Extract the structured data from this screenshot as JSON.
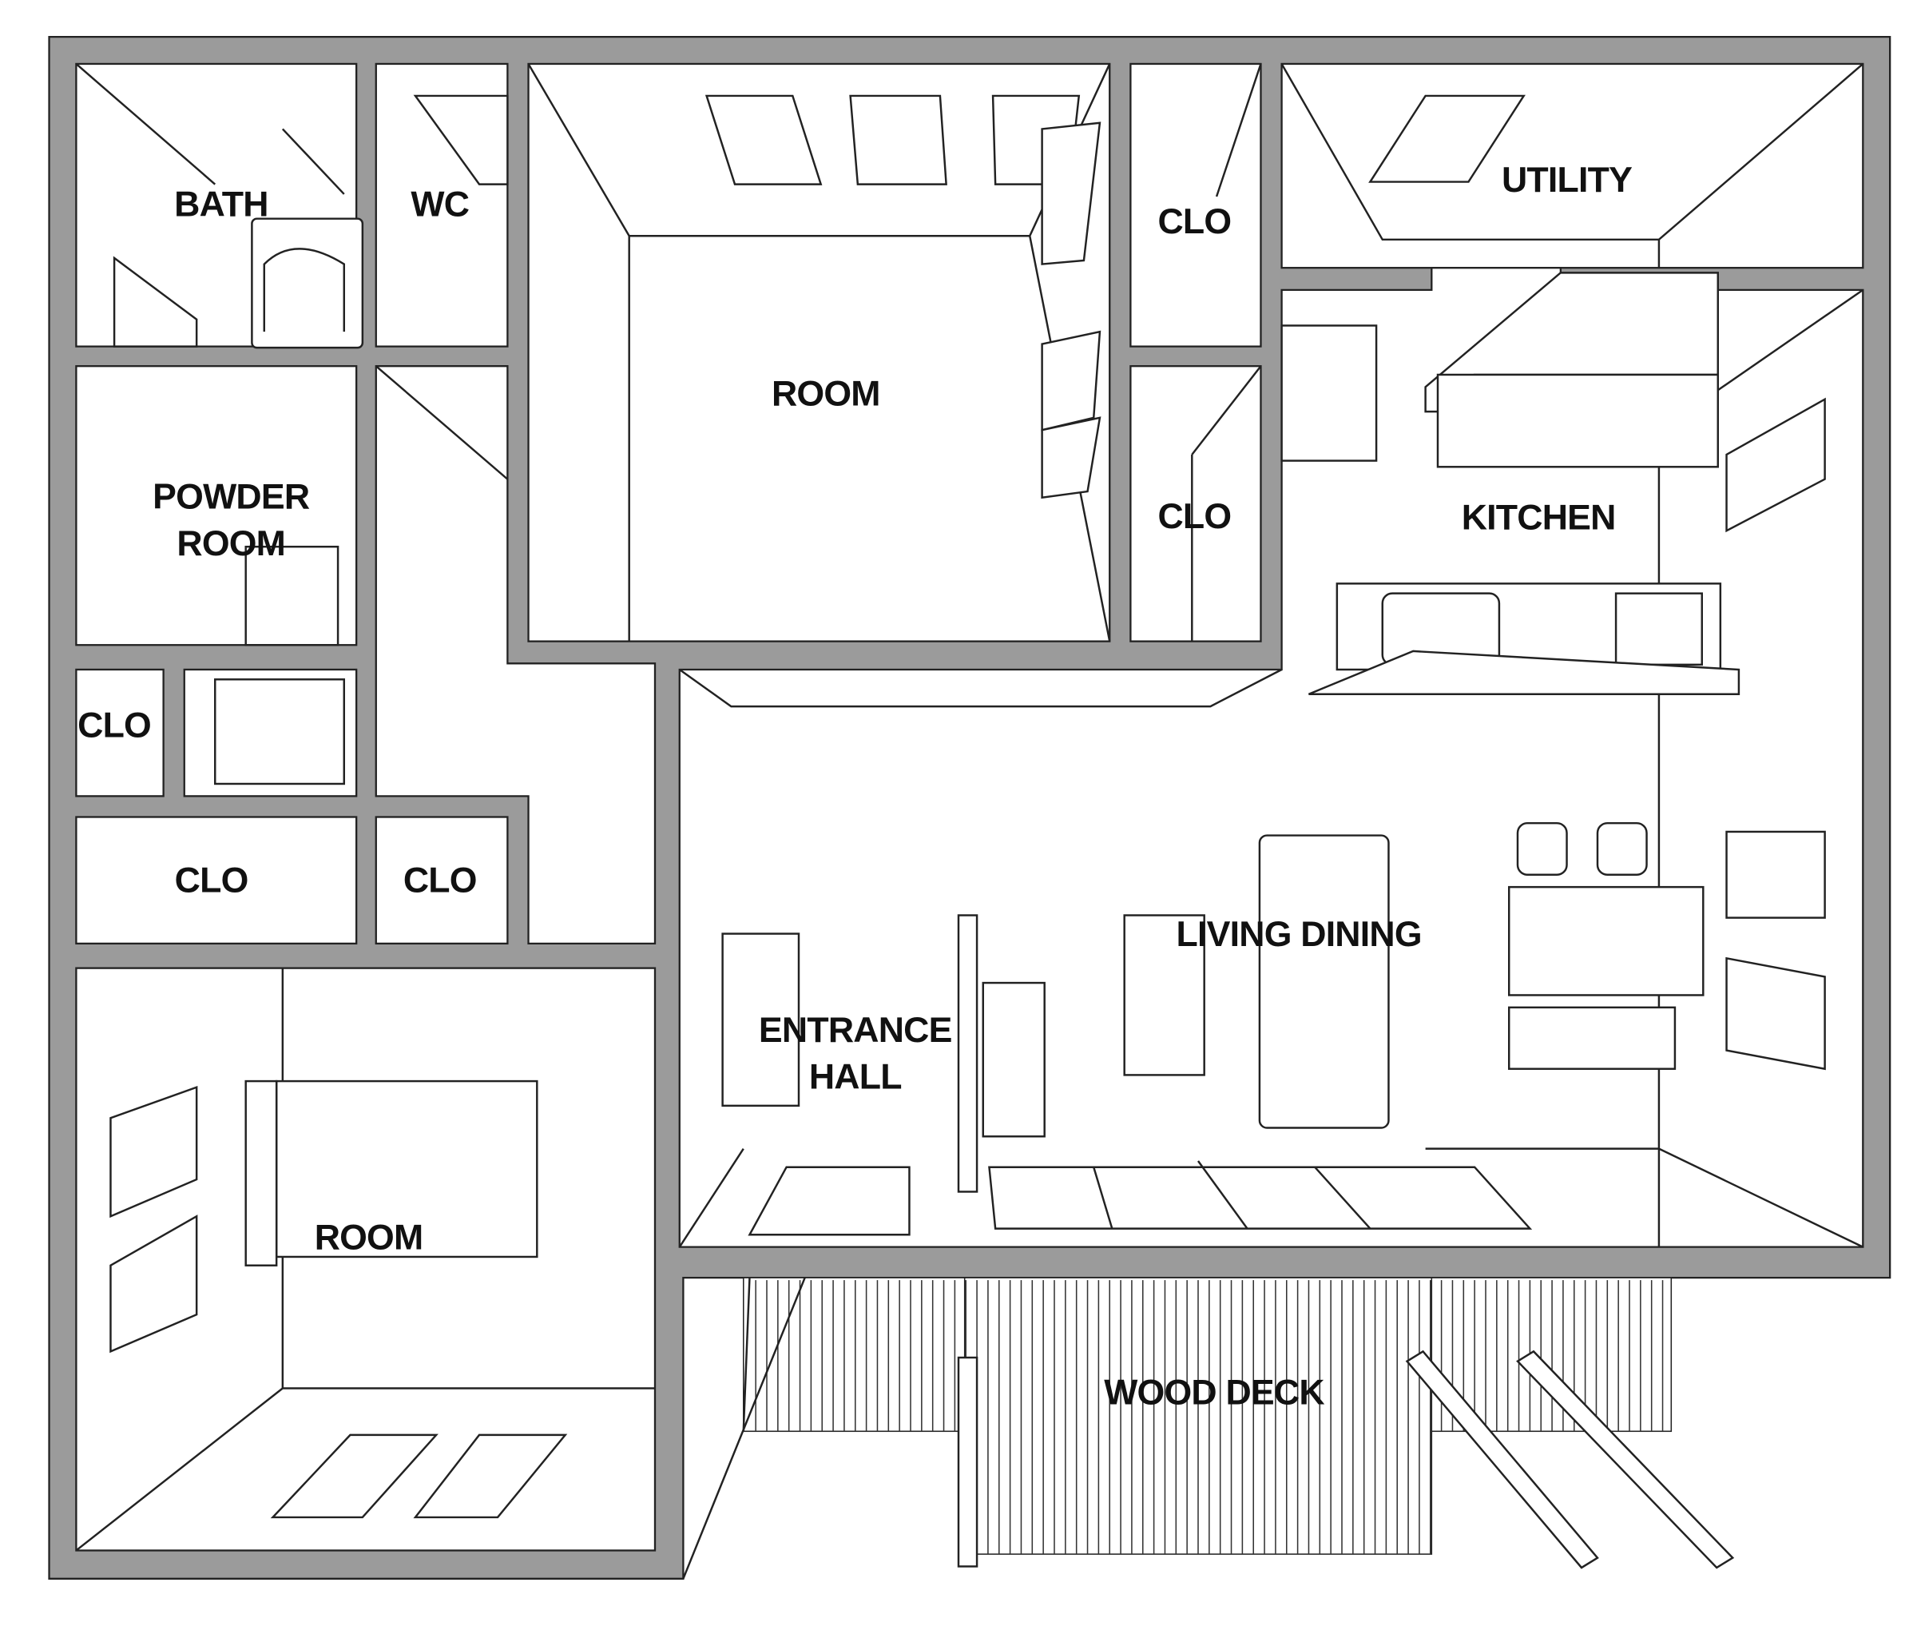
{
  "plan": {
    "wall_color": "#9b9b9b",
    "labels": {
      "bath": "BATH",
      "wc": "WC",
      "room_top": "ROOM",
      "clo_top": "CLO",
      "utility": "UTILITY",
      "powder_1": "POWDER",
      "powder_2": "ROOM",
      "clo_mid_right": "CLO",
      "kitchen": "KITCHEN",
      "clo_left": "CLO",
      "clo_lower_left": "CLO",
      "clo_lower_mid": "CLO",
      "living_dining": "LIVING DINING",
      "entrance_1": "ENTRANCE",
      "entrance_2": "HALL",
      "room_bottom": "ROOM",
      "wood_deck": "WOOD DECK"
    }
  }
}
